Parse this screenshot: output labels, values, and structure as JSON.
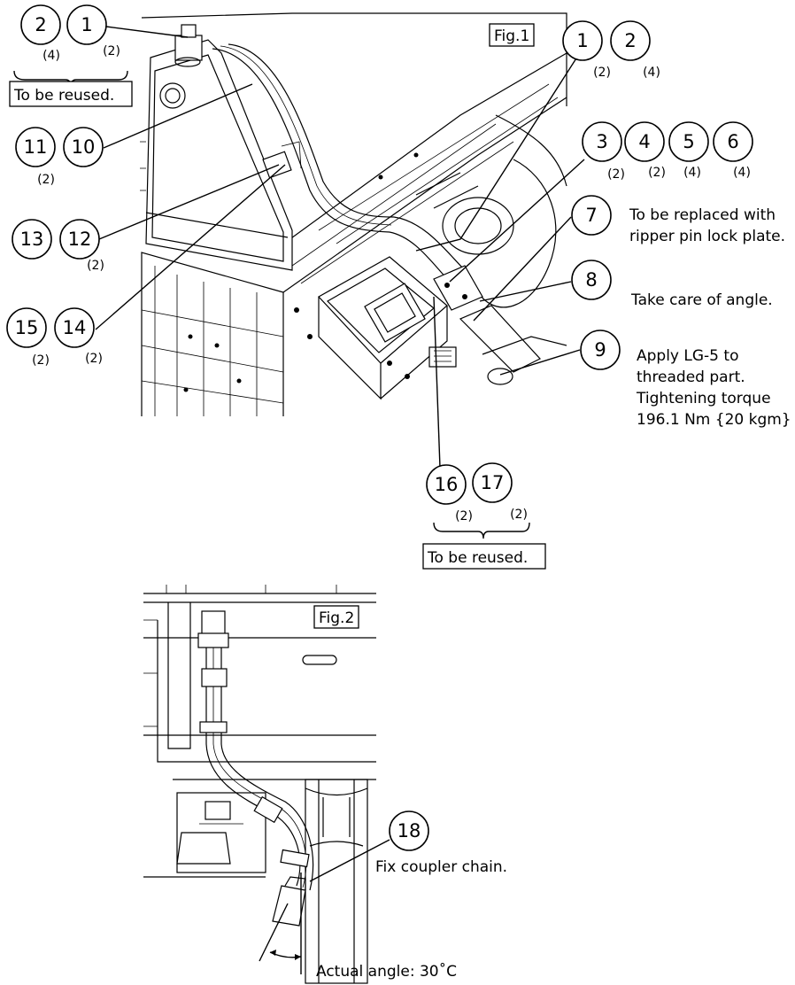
{
  "fig1": {
    "label": "Fig.1",
    "callouts": [
      {
        "num": "2",
        "qty": "(4)"
      },
      {
        "num": "1",
        "qty": "(2)"
      },
      {
        "num": "1",
        "qty": "(2)"
      },
      {
        "num": "2",
        "qty": "(4)"
      },
      {
        "num": "11",
        "qty": "(2)"
      },
      {
        "num": "10",
        "qty": ""
      },
      {
        "num": "13",
        "qty": ""
      },
      {
        "num": "12",
        "qty": "(2)"
      },
      {
        "num": "15",
        "qty": "(2)"
      },
      {
        "num": "14",
        "qty": "(2)"
      },
      {
        "num": "3",
        "qty": "(2)"
      },
      {
        "num": "4",
        "qty": "(2)"
      },
      {
        "num": "5",
        "qty": "(4)"
      },
      {
        "num": "6",
        "qty": "(4)"
      },
      {
        "num": "7",
        "qty": ""
      },
      {
        "num": "8",
        "qty": ""
      },
      {
        "num": "9",
        "qty": ""
      },
      {
        "num": "16",
        "qty": "(2)"
      },
      {
        "num": "17",
        "qty": "(2)"
      }
    ],
    "notes": {
      "reuse_top": "To be reused.",
      "item7_line1": "To be replaced with",
      "item7_line2": "ripper pin lock plate.",
      "item8": "Take care of angle.",
      "item9_line1": "Apply LG-5 to",
      "item9_line2": "threaded part.",
      "item9_line3": "Tightening torque",
      "item9_line4": "196.1 Nm {20 kgm}",
      "reuse_bottom": "To be reused."
    }
  },
  "fig2": {
    "label": "Fig.2",
    "callout": {
      "num": "18"
    },
    "note": "Fix coupler chain.",
    "angle_note": "Actual angle: 30˚C"
  }
}
